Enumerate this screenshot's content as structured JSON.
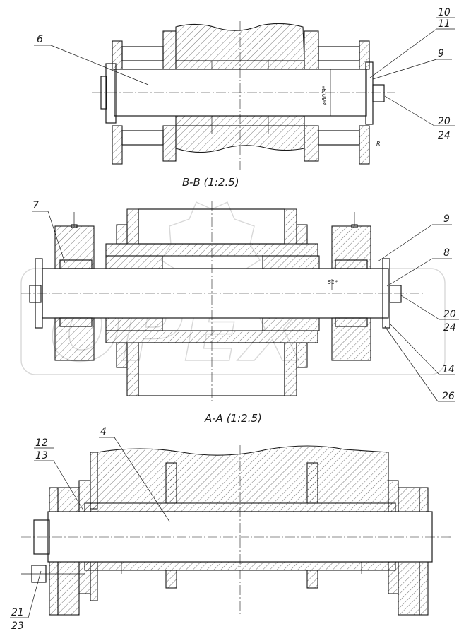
{
  "views": {
    "bb": {
      "caption": "B-B (1:2.5)",
      "dim": "ø60f9*",
      "rlabel": "R"
    },
    "aa": {
      "caption": "A-A (1:2.5)",
      "dim": "51*"
    },
    "bottom": {}
  },
  "callouts": {
    "bb_6": "6",
    "bb_10": "10",
    "bb_11": "11",
    "bb_9": "9",
    "bb_20": "20",
    "bb_24": "24",
    "aa_7": "7",
    "aa_9": "9",
    "aa_8": "8",
    "aa_20": "20",
    "aa_24": "24",
    "aa_14": "14",
    "aa_26": "26",
    "bt_12": "12",
    "bt_13": "13",
    "bt_4": "4",
    "bt_21": "21",
    "bt_23": "23"
  },
  "watermark": {
    "text": "OPEX",
    "kind": "logo"
  },
  "colors": {
    "line": "#1a1a1a",
    "watermark": "#c4c4c4",
    "background": "#ffffff"
  }
}
